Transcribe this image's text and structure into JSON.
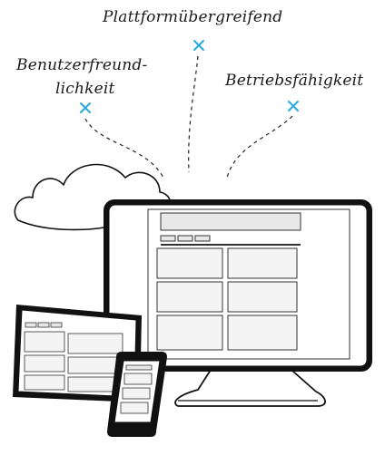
{
  "labels": {
    "platform": "Plattformübergreifend",
    "usability_line1": "Benutzerfreund-",
    "usability_line2": "lichkeit",
    "operability": "Betriebsfähigkeit"
  },
  "colors": {
    "marker": "#29a9e0",
    "ink": "#111111",
    "screen_panel": "#e8e8e8",
    "screen_block": "#f4f4f4"
  },
  "icons": {
    "marker": "x-marker-icon",
    "cloud": "cloud-icon",
    "devices": [
      "desktop-monitor",
      "tablet",
      "smartphone"
    ]
  }
}
